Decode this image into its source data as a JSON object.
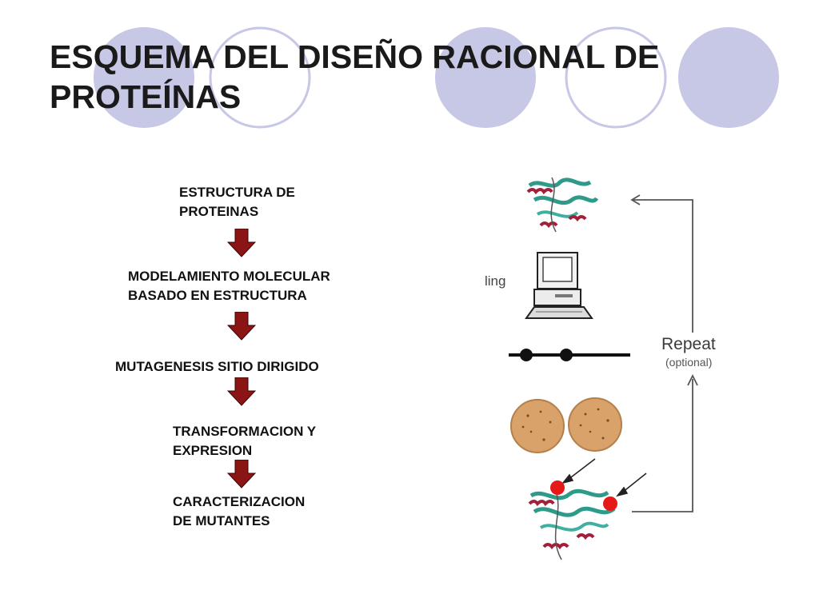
{
  "slide": {
    "title_line1": "ESQUEMA DEL DISEÑO RACIONAL DE",
    "title_line2": "PROTEÍNAS"
  },
  "flow_steps": [
    {
      "line1": "ESTRUCTURA DE",
      "line2": "PROTEINAS"
    },
    {
      "line1": "MODELAMIENTO MOLECULAR",
      "line2": "BASADO EN ESTRUCTURA"
    },
    {
      "line1": "MUTAGENESIS SITIO DIRIGIDO",
      "line2": ""
    },
    {
      "line1": "TRANSFORMACION Y",
      "line2": "EXPRESION"
    },
    {
      "line1": "CARACTERIZACION",
      "line2": "DE MUTANTES"
    }
  ],
  "illustration": {
    "cropped_label": "ling",
    "repeat_label": "Repeat",
    "repeat_note": "(optional)"
  },
  "colors": {
    "circle_fill": "#c7c7e6",
    "circle_outline": "#c7c7e6",
    "arrow_red": "#8b1414",
    "protein_helix": "#a3203a",
    "protein_sheet": "#2e9a8a",
    "mutation_dot": "#e61919",
    "plate": "#d9a26a"
  }
}
